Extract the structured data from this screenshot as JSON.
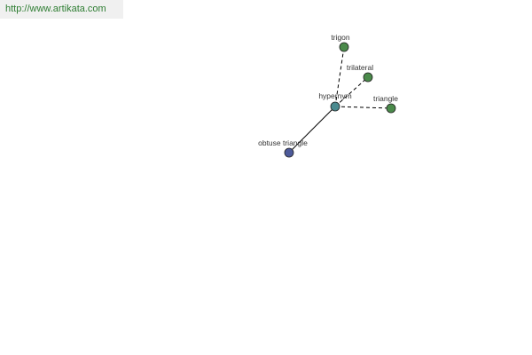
{
  "source": {
    "url": "http://www.artikata.com"
  },
  "graph": {
    "center": {
      "label": "hypernym",
      "color": "#4a8a8f"
    },
    "nodes": [
      {
        "id": "trigon",
        "label": "trigon",
        "color": "#4a8a4a",
        "link": "dashed"
      },
      {
        "id": "trilateral",
        "label": "trilateral",
        "color": "#4a8a4a",
        "link": "dashed"
      },
      {
        "id": "triangle",
        "label": "triangle",
        "color": "#4a8a4a",
        "link": "dashed"
      },
      {
        "id": "obtuse-triangle",
        "label": "obtuse triangle",
        "color": "#4d5a9a",
        "link": "solid"
      }
    ]
  }
}
